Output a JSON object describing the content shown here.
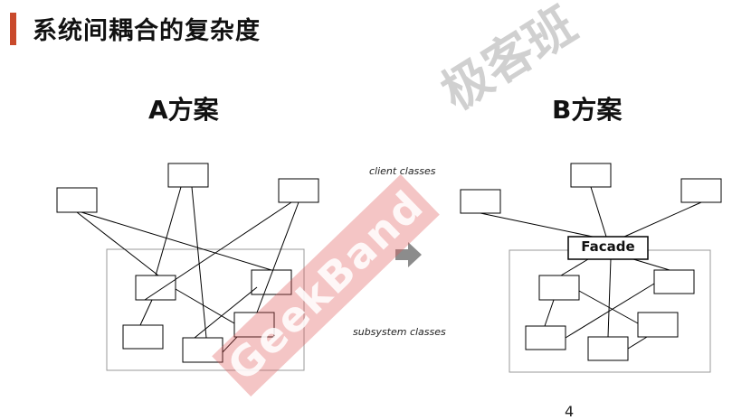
{
  "title": "系统间耦合的复杂度",
  "colors": {
    "accent": "#c94a2c",
    "line": "#000000",
    "container": "#999999"
  },
  "scheme_a": {
    "label": "A方案"
  },
  "scheme_b": {
    "label": "B方案",
    "facade_label": "Facade"
  },
  "labels": {
    "client_classes": "client classes",
    "subsystem_classes": "subsystem classes"
  },
  "arrow_icon": "right-arrow-icon",
  "watermark": {
    "brand": "GeekBand",
    "chinese": "极客班"
  },
  "page_number": "4"
}
